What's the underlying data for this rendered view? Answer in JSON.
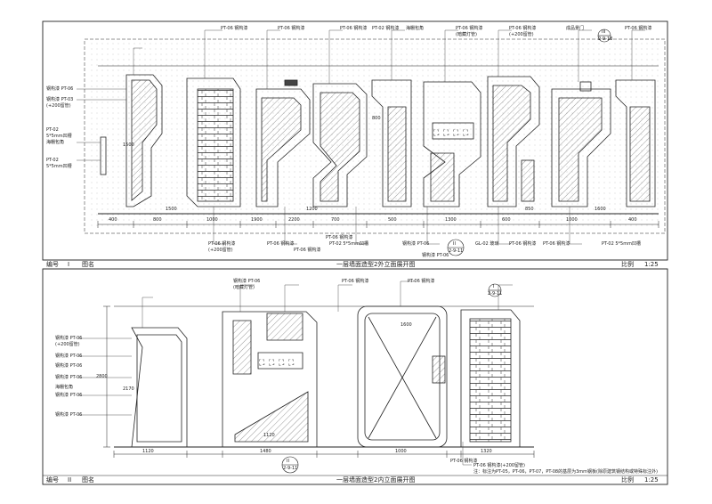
{
  "drawing1": {
    "number_label": "编号",
    "number": "I",
    "name_label": "图名",
    "name": "一层墙面造型2外立面展开图",
    "scale_label": "比例",
    "scale": "1:25",
    "section_tag_top": "III",
    "section_tag_bottom": "2-9-18",
    "bottom_tag_top": "II",
    "bottom_tag_bottom": "2-9-11",
    "top_labels": [
      "PT-06 钢构漆",
      "PT-06 钢构漆",
      "PT-06 钢构漆",
      "PT-02 钢构漆",
      "海棚包角",
      "PT-06 钢构漆",
      "(暗藏灯管)",
      "PT-06 钢构漆",
      "(+200留管)",
      "成品景门",
      "PT-06 钢构漆"
    ],
    "left_labels": [
      "钢构漆 PT-06",
      "钢构漆 PT-03",
      "(+200留管)",
      "PT-02",
      "5*5mm凹槽",
      "海棚包角",
      "PT-02",
      "5*5mm凹槽"
    ],
    "bottom_labels": [
      "PT-06 钢构漆",
      "(+200留管)",
      "PT-06 钢构漆",
      "PT-06 钢构漆",
      "PT-06 钢构漆",
      "PT-02 5*5mm凹槽",
      "钢构漆 PT-06",
      "钢构漆 PT-06",
      "GL-02 玻璃",
      "PT-06 钢构漆",
      "PT-06 钢构漆",
      "PT-02 5*5mm凹槽"
    ],
    "dimensions": [
      "400",
      "800",
      "1000",
      "1900",
      "2200",
      "700",
      "500",
      "1300",
      "600",
      "1000",
      "400",
      "1500",
      "1200",
      "850",
      "1600",
      "1500",
      "800"
    ]
  },
  "drawing2": {
    "number_label": "编号",
    "number": "II",
    "name_label": "图名",
    "name": "一层墙面造型2内立面展开图",
    "scale_label": "比例",
    "scale": "1:25",
    "section_tag_top": "I",
    "section_tag_bottom": "2-9-11",
    "bottom_tag_top": "II",
    "bottom_tag_bottom": "2-9-11",
    "top_labels": [
      "钢构漆 PT-06",
      "(暗藏灯管)",
      "PT-06 钢构漆",
      "PT-06 钢构漆"
    ],
    "left_labels": [
      "钢构漆 PT-06",
      "(+200留管)",
      "钢构漆 PT-06",
      "钢构漆 PT-06",
      "钢构漆 PT-06",
      "海棚包角",
      "钢构漆 PT-06",
      "钢构漆 PT-06"
    ],
    "bottom_labels": [
      "PT-06 钢构漆",
      "PT-06 钢构漆(+200留管)"
    ],
    "dimensions": [
      "2800",
      "2170",
      "1120",
      "1480",
      "1000",
      "1120",
      "1320",
      "1600"
    ],
    "note": "注：标注为PT-05，PT-06，PT-07，PT-08的基层为3mm钢板(除原建筑钢结构或特殊标注外)"
  },
  "colors": {
    "line": "#222222",
    "dots": "#b8b8b8",
    "hatch": "#555555"
  }
}
